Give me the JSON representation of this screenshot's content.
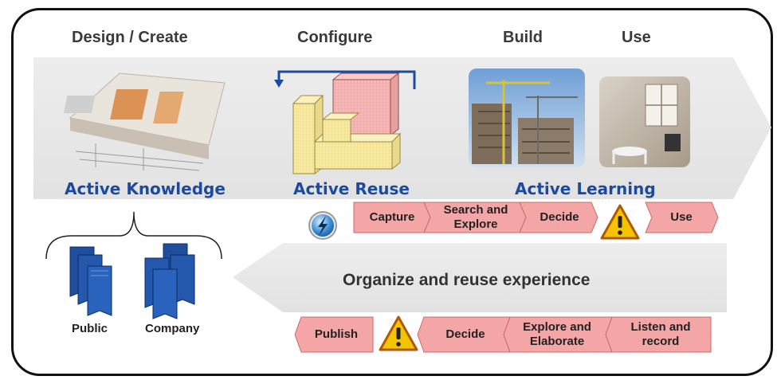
{
  "headers": {
    "design": "Design / Create",
    "configure": "Configure",
    "build": "Build",
    "use": "Use"
  },
  "activities": {
    "knowledge": "Active Knowledge",
    "reuse": "Active Reuse",
    "learning": "Active Learning"
  },
  "top_steps": [
    "Capture",
    "Search and\nExplore",
    "Decide",
    "Use"
  ],
  "bottom_steps": [
    "Publish",
    "Decide",
    "Explore and\nElaborate",
    "Listen and\nrecord"
  ],
  "center_label": "Organize and reuse experience",
  "sources": {
    "public": "Public",
    "company": "Company"
  },
  "colors": {
    "step_fill": "#f4a5a5",
    "step_border": "#c96b6b",
    "band": "#e7e7e7",
    "accent_blue": "#1c4aa0",
    "warning": "#f5c400"
  },
  "icons": [
    "lightning-icon",
    "warning-icon",
    "document-stack-icon"
  ]
}
